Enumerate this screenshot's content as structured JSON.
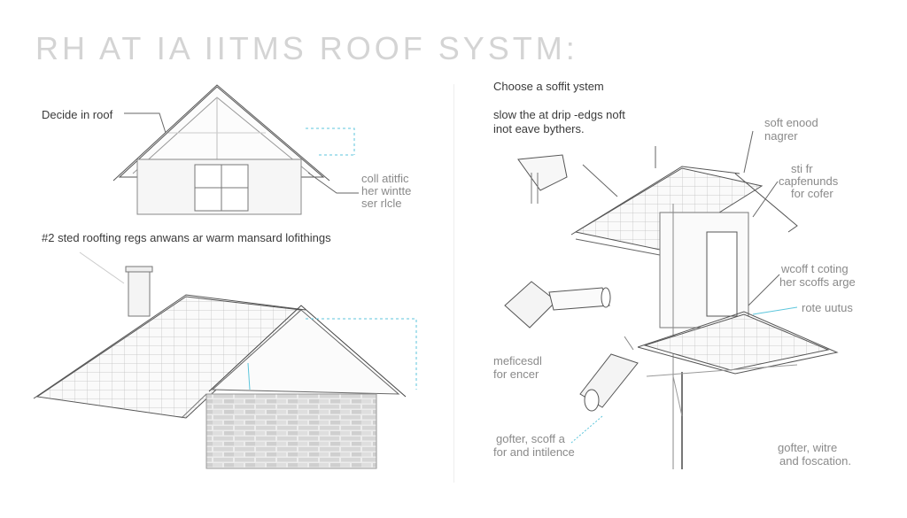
{
  "title": "RH AT IA IITMS ROOF SYSTM:",
  "left": {
    "label_decide": "Decide in roof",
    "note_line1": "coll atitfic",
    "note_line2": "her wintte",
    "note_line3": "ser rlcle",
    "step_two": "#2 sted roofting regs anwans ar warm mansard lofithings"
  },
  "right": {
    "label_choose": "Choose a soffit ystem",
    "instr_line1": "slow the at drip -edgs noft",
    "instr_line2": "inot eave bythers.",
    "soft_line1": "soft enood",
    "soft_line2": "nagrer",
    "cap_line1": "sti fr",
    "cap_line2": "capfenunds",
    "cap_line3": "for cofer",
    "woff_line1": "wcoff t coting",
    "woff_line2": "her scoffs arge",
    "rote": "rote uutus",
    "mef_line1": "meficesdl",
    "mef_line2": "for encer",
    "gof_left_line1": "gofter, scoff a",
    "gof_left_line2": "for and intilence",
    "gof_right_line1": "gofter, witre",
    "gof_right_line2": "and foscation."
  },
  "colors": {
    "line": "#555555",
    "accent": "#5cc6dc",
    "title": "#d4d4d4",
    "brick": "#d9d9d9"
  },
  "icons": [
    "gable-roof-sketch",
    "brick-house-sketch",
    "soffit-structure-sketch",
    "drip-edge-tool",
    "gutter-pipe"
  ]
}
